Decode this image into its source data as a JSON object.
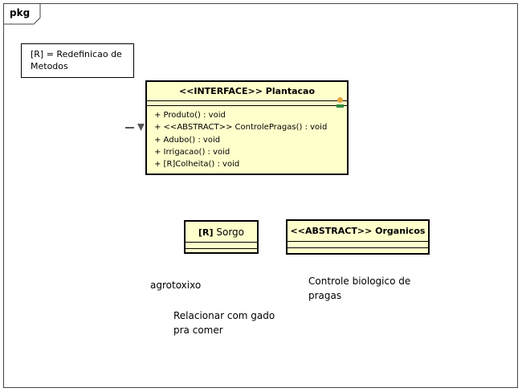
{
  "package": {
    "label": "pkg"
  },
  "note": {
    "text": "[R] = Redefinicao de\nMetodos"
  },
  "interface_class": {
    "title": "<<INTERFACE>> Plantacao",
    "operations": [
      "+ Produto() : void",
      "+ <<ABSTRACT>> ControlePragas() : void",
      "+ Adubo() : void",
      "+ Irrigacao() : void",
      "+ [R]Colheita() : void"
    ]
  },
  "sorgo_class": {
    "flag": "[R]",
    "name": "Sorgo"
  },
  "organicos_class": {
    "title": "<<ABSTRACT>> Organicos"
  },
  "free_text": {
    "agrotoxixo": "agrotoxixo",
    "controle": "Controle biologico de\npragas",
    "relacionar": "Relacionar com gado\npra comer"
  },
  "colors": {
    "class_fill": "#ffffcc",
    "border": "#000000",
    "stereotype_dot": "#e8a33c",
    "stereotype_mark": "#2e8b3e"
  }
}
